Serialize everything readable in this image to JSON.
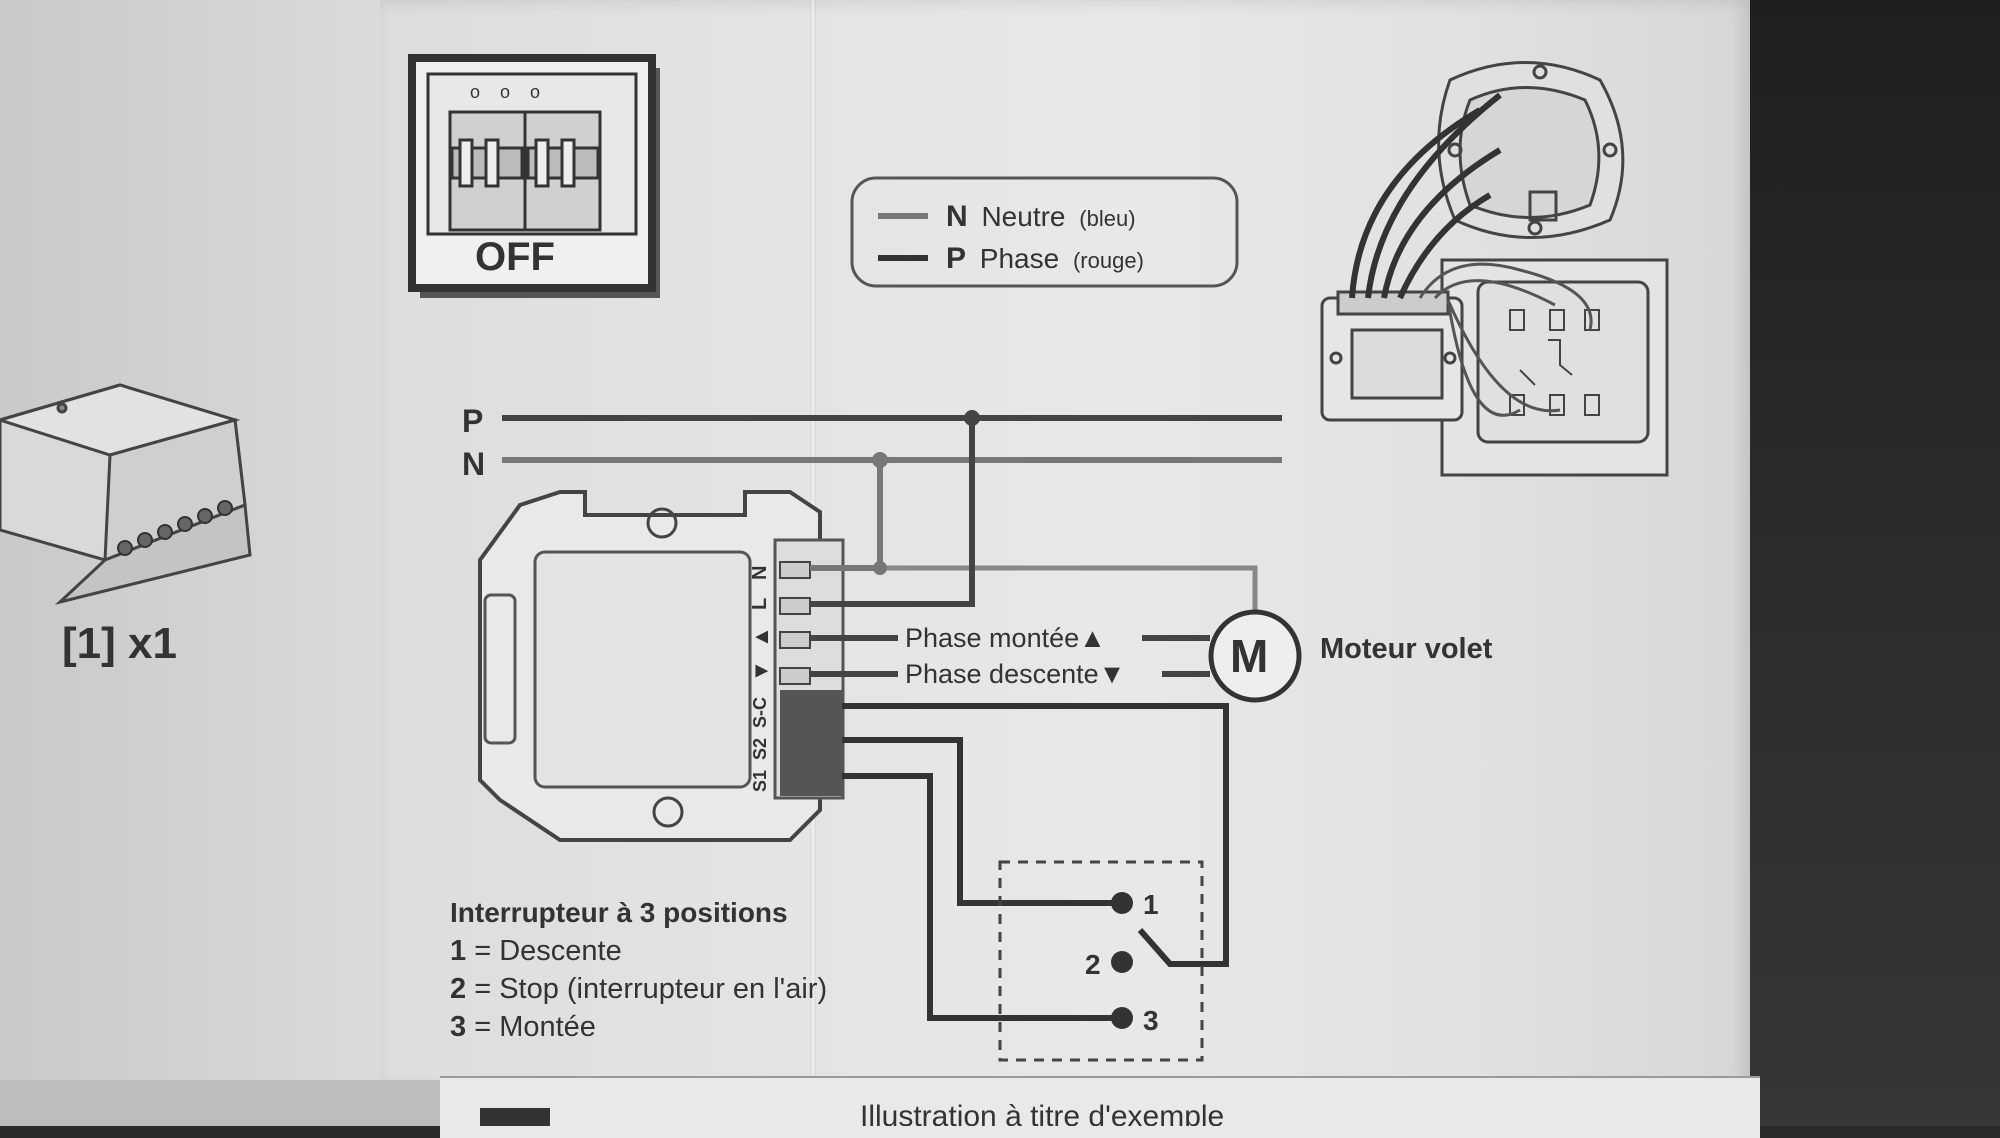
{
  "breaker": {
    "label": "OFF"
  },
  "legend": {
    "neutral_letter": "N",
    "neutral_name": "Neutre",
    "neutral_color": "(bleu)",
    "phase_letter": "P",
    "phase_name": "Phase",
    "phase_color": "(rouge)"
  },
  "lines": {
    "phase_label": "P",
    "neutral_label": "N"
  },
  "module": {
    "part_ref": "[1] x1",
    "terminals": [
      "N",
      "L",
      "▲",
      "▼",
      "S-C",
      "S2",
      "S1"
    ]
  },
  "motor": {
    "symbol": "M",
    "label": "Moteur volet",
    "phase_up": "Phase montée▲",
    "phase_down": "Phase descente▼"
  },
  "switch": {
    "title": "Interrupteur à 3 positions",
    "options": [
      {
        "num": "1",
        "text": " = Descente"
      },
      {
        "num": "2",
        "text": " = Stop (interrupteur en l'air)"
      },
      {
        "num": "3",
        "text": " = Montée"
      }
    ],
    "positions": [
      "1",
      "2",
      "3"
    ]
  },
  "footer": {
    "caption": "Illustration à titre d'exemple"
  },
  "colors": {
    "ink": "#333333",
    "paper": "#e6e6e6",
    "background": "#2b2b2b"
  }
}
